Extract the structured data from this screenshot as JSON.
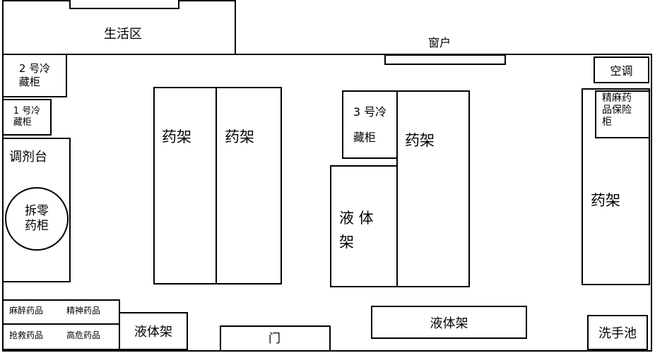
{
  "living_area": "生活区",
  "window": "窗户",
  "fridge2": "2 号冷\n藏柜",
  "fridge1": "1 号冷\n藏柜",
  "air_conditioner": "空调",
  "dispensing_table": "调剂台",
  "split_cabinet": "拆零\n药柜",
  "shelf_a": "药架",
  "shelf_b": "药架",
  "fridge3": "3 号冷\n藏柜",
  "shelf_c": "药架",
  "liquid_rack_middle": "液 体\n架",
  "narcotic_cabinet": "精麻药\n品保险\n柜",
  "shelf_d": "药架",
  "cat_narcotic": "麻醉药品",
  "cat_psychotropic": "精神药品",
  "cat_emergency": "抢救药品",
  "cat_high_risk": "高危药品",
  "liquid_rack_bottom_left": "液体架",
  "door": "门",
  "liquid_rack_bottom_right": "液体架",
  "sink": "洗手池"
}
